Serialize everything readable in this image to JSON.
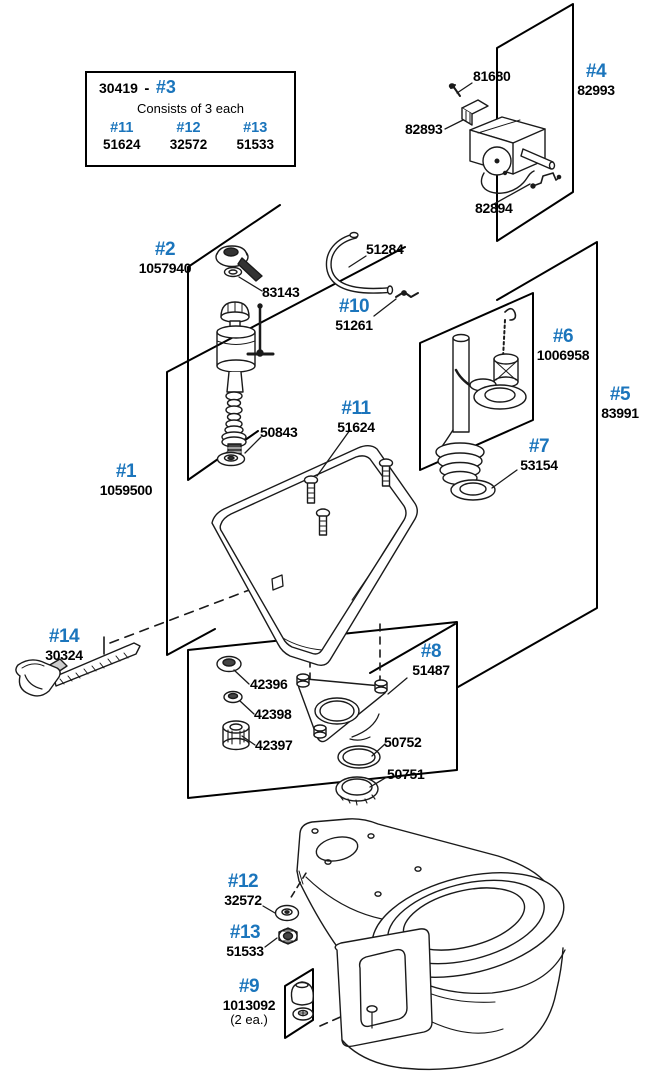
{
  "title": "Toilet repair parts exploded diagram",
  "colors": {
    "ref_blue": "#1b75bc",
    "line": "#1a1a1a",
    "background": "#ffffff"
  },
  "kit_box": {
    "part_number": "30419",
    "separator": "-",
    "ref": "#3",
    "note": "Consists of 3 each",
    "items": [
      {
        "ref": "#11",
        "part": "51624"
      },
      {
        "ref": "#12",
        "part": "32572"
      },
      {
        "ref": "#13",
        "part": "51533"
      }
    ]
  },
  "labels": [
    {
      "id": "group-4",
      "ref": "#4",
      "part": "82993"
    },
    {
      "id": "part-81680",
      "part": "81680"
    },
    {
      "id": "part-82893",
      "part": "82893"
    },
    {
      "id": "part-82894",
      "part": "82894"
    },
    {
      "id": "group-2",
      "ref": "#2",
      "part": "1057940"
    },
    {
      "id": "part-83143",
      "part": "83143"
    },
    {
      "id": "part-51284",
      "part": "51284"
    },
    {
      "id": "group-10",
      "ref": "#10",
      "part": "51261"
    },
    {
      "id": "group-6",
      "ref": "#6",
      "part": "1006958"
    },
    {
      "id": "group-5",
      "ref": "#5",
      "part": "83991"
    },
    {
      "id": "group-7",
      "ref": "#7",
      "part": "53154"
    },
    {
      "id": "part-50843",
      "part": "50843"
    },
    {
      "id": "group-11",
      "ref": "#11",
      "part": "51624"
    },
    {
      "id": "group-1",
      "ref": "#1",
      "part": "1059500"
    },
    {
      "id": "group-14",
      "ref": "#14",
      "part": "30324"
    },
    {
      "id": "group-8",
      "ref": "#8",
      "part": "51487"
    },
    {
      "id": "part-42396",
      "part": "42396"
    },
    {
      "id": "part-42398",
      "part": "42398"
    },
    {
      "id": "part-42397",
      "part": "42397"
    },
    {
      "id": "part-50752",
      "part": "50752"
    },
    {
      "id": "part-50751",
      "part": "50751"
    },
    {
      "id": "group-12",
      "ref": "#12",
      "part": "32572"
    },
    {
      "id": "group-13",
      "ref": "#13",
      "part": "51533"
    },
    {
      "id": "group-9",
      "ref": "#9",
      "part": "1013092",
      "extra": "(2 ea.)"
    }
  ]
}
